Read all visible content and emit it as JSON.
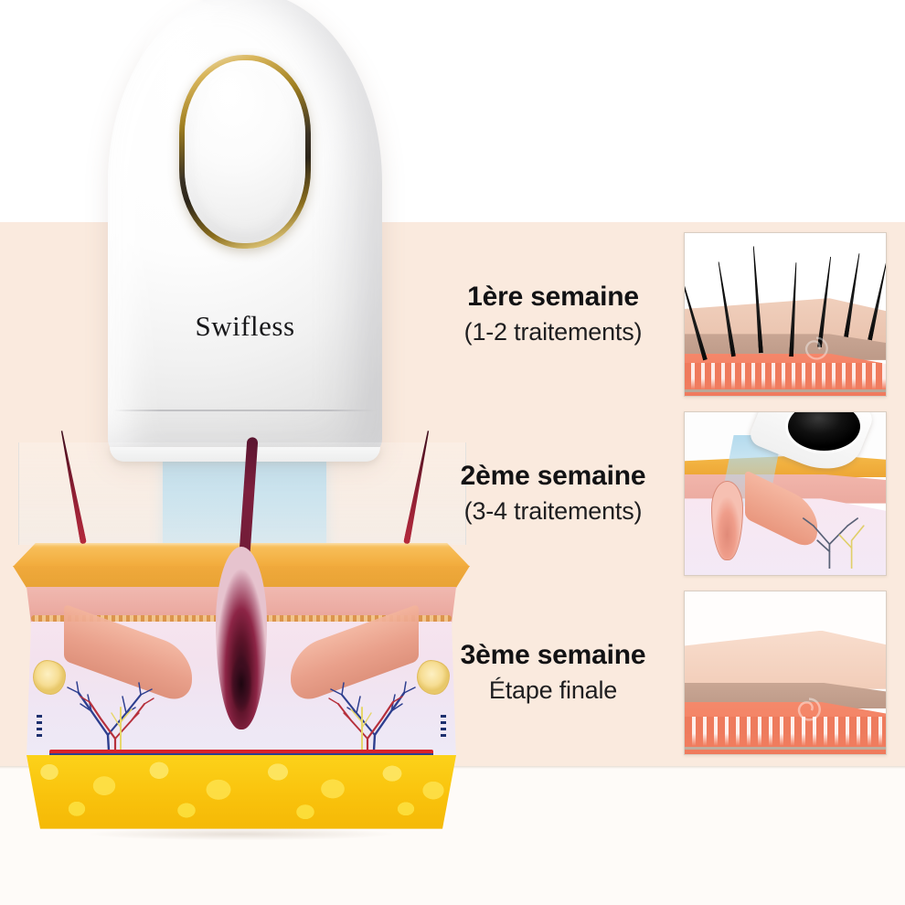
{
  "page": {
    "title": "Swifless IPL hair removal — results timeline",
    "background_top": "#ffffff",
    "background_band": "#faeade",
    "background_bottom": "#fefbf8"
  },
  "device": {
    "brand_label": "Swifless",
    "window_icon": "ipl-window-icon",
    "beam_color": "#abd6ea"
  },
  "diagram": {
    "name": "skin-cross-section",
    "layers": [
      {
        "id": "epidermis",
        "color": "#f2ab3b"
      },
      {
        "id": "papillary-dermis",
        "color": "#eca ca3"
      },
      {
        "id": "dermis",
        "color": "#f3e2ee"
      },
      {
        "id": "hypodermis-fat",
        "color": "#f9c20c"
      }
    ],
    "features": [
      "hair-follicle",
      "hair-shaft",
      "arrector-pili-muscle",
      "blood-vessels",
      "sebaceous-gland",
      "nerve-endings"
    ]
  },
  "steps": [
    {
      "title": "1ère semaine",
      "subtitle": "(1-2 traitements)",
      "thumb_name": "thumb-hairy-skin",
      "thumb_alt": "skin-with-hairs"
    },
    {
      "title": "2ème semaine",
      "subtitle": "(3-4 traitements)",
      "thumb_name": "thumb-treatment",
      "thumb_alt": "device-treating-follicle"
    },
    {
      "title": "3ème semaine",
      "subtitle": "Étape finale",
      "thumb_name": "thumb-smooth-skin",
      "thumb_alt": "smooth-hairless-skin"
    }
  ],
  "colors": {
    "text": "#121214",
    "cream": "#faeade",
    "coral": "#f07a5d",
    "gold": "#f2ab3b",
    "beam": "#abd6ea"
  }
}
